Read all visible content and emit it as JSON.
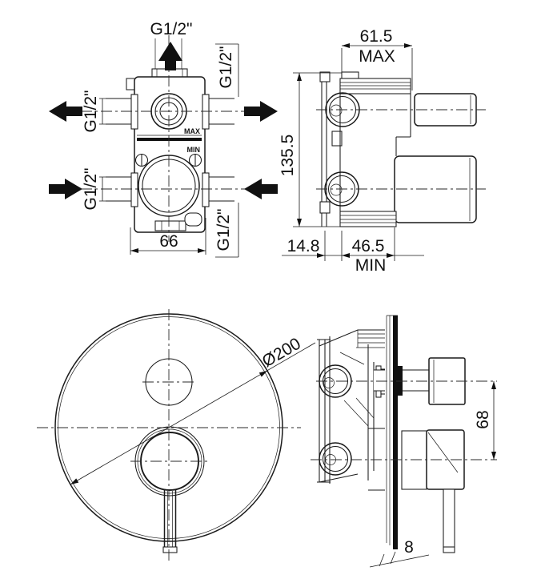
{
  "drawing": {
    "background": "#ffffff",
    "line_color": "#1a1a1a",
    "views": {
      "front": {
        "title": "valve-body-front-view",
        "labels": {
          "top_port": "G1/2\"",
          "right_top_port": "G1/2\"",
          "left_top_port": "G1/2\"",
          "left_bottom_port": "G1/2\"",
          "right_bottom_port": "G1/2\"",
          "max_marking": "MAX",
          "min_marking": "MIN",
          "width_dim": "66"
        }
      },
      "side": {
        "title": "valve-body-side-view",
        "labels": {
          "depth_max": "61.5",
          "depth_max_qualifier": "MAX",
          "height": "135.5",
          "wall_offset": "14.8",
          "depth_min": "46.5",
          "depth_min_qualifier": "MIN"
        }
      },
      "trim_front": {
        "title": "trim-plate-front-view",
        "labels": {
          "plate_diameter": "Ø200"
        }
      },
      "trim_side": {
        "title": "assembled-side-view",
        "labels": {
          "handle_spacing": "68",
          "plate_thickness": "8"
        }
      }
    }
  }
}
